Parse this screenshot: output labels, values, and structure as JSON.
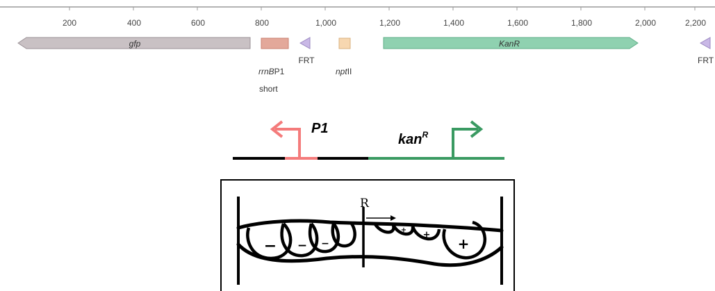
{
  "ruler": {
    "ticks": [
      "200",
      "400",
      "600",
      "800",
      "1,000",
      "1,200",
      "1,400",
      "1,600",
      "1,800",
      "2,000",
      "2,200"
    ]
  },
  "features": {
    "gfp": {
      "label": "gfp",
      "color": "#c9c1c4"
    },
    "rrnb": {
      "label_italic": "rrnB",
      "label_rest": "P1",
      "label_line2": "short",
      "color": "#e3a89a"
    },
    "frt1": {
      "label": "FRT",
      "color": "#c9b8e6"
    },
    "nptii": {
      "label_italic": "npt",
      "label_rest": "II",
      "color": "#f7d7b0"
    },
    "kanr": {
      "label": "KanR",
      "color": "#8fd1b0"
    },
    "frt2": {
      "label": "FRT",
      "color": "#c9b8e6"
    }
  },
  "schematic": {
    "p1_label": "P1",
    "kan_label": "kan",
    "kan_sup": "R",
    "p1_color": "#f47b7b",
    "kan_color": "#3a9a62"
  },
  "supercoil": {
    "promoter_label": "R",
    "charges": [
      "−",
      "−",
      "−",
      "+",
      "+",
      "+"
    ]
  }
}
